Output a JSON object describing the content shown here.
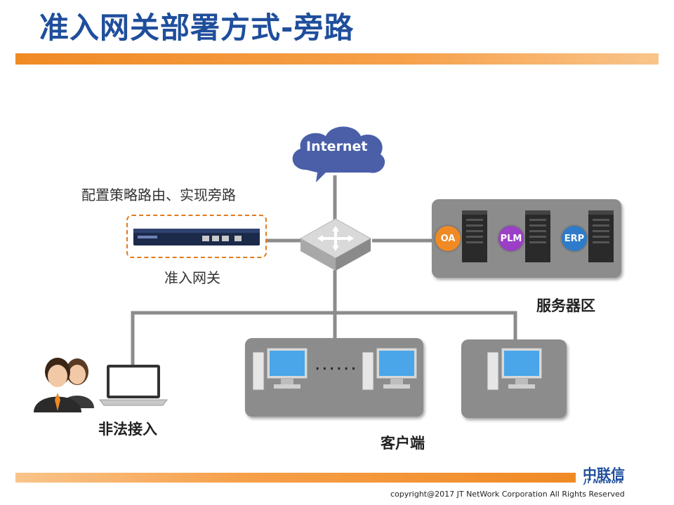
{
  "title": "准入网关部署方式-旁路",
  "internet": {
    "label": "Internet"
  },
  "gateway": {
    "note": "配置策略路由、实现旁路",
    "label": "准入网关"
  },
  "server_zone": {
    "label": "服务器区",
    "servers": [
      {
        "badge": "OA",
        "color": "#f08a24"
      },
      {
        "badge": "PLM",
        "color": "#9b3fc7"
      },
      {
        "badge": "ERP",
        "color": "#2e7cc9"
      }
    ]
  },
  "clients": {
    "label": "客户端",
    "ellipsis": "......"
  },
  "illegal_access": {
    "label": "非法接入"
  },
  "footer": {
    "logo_cn": "中联信",
    "logo_en": "JT Network",
    "copyright": "copyright@2017  JT NetWork Corporation All Rights Reserved"
  },
  "colors": {
    "title": "#1f4e9c",
    "accent_bar": "#f08a24",
    "panel": "#8c8c8c",
    "cloud": "#4a5fa8",
    "line": "#8c8c8c"
  }
}
